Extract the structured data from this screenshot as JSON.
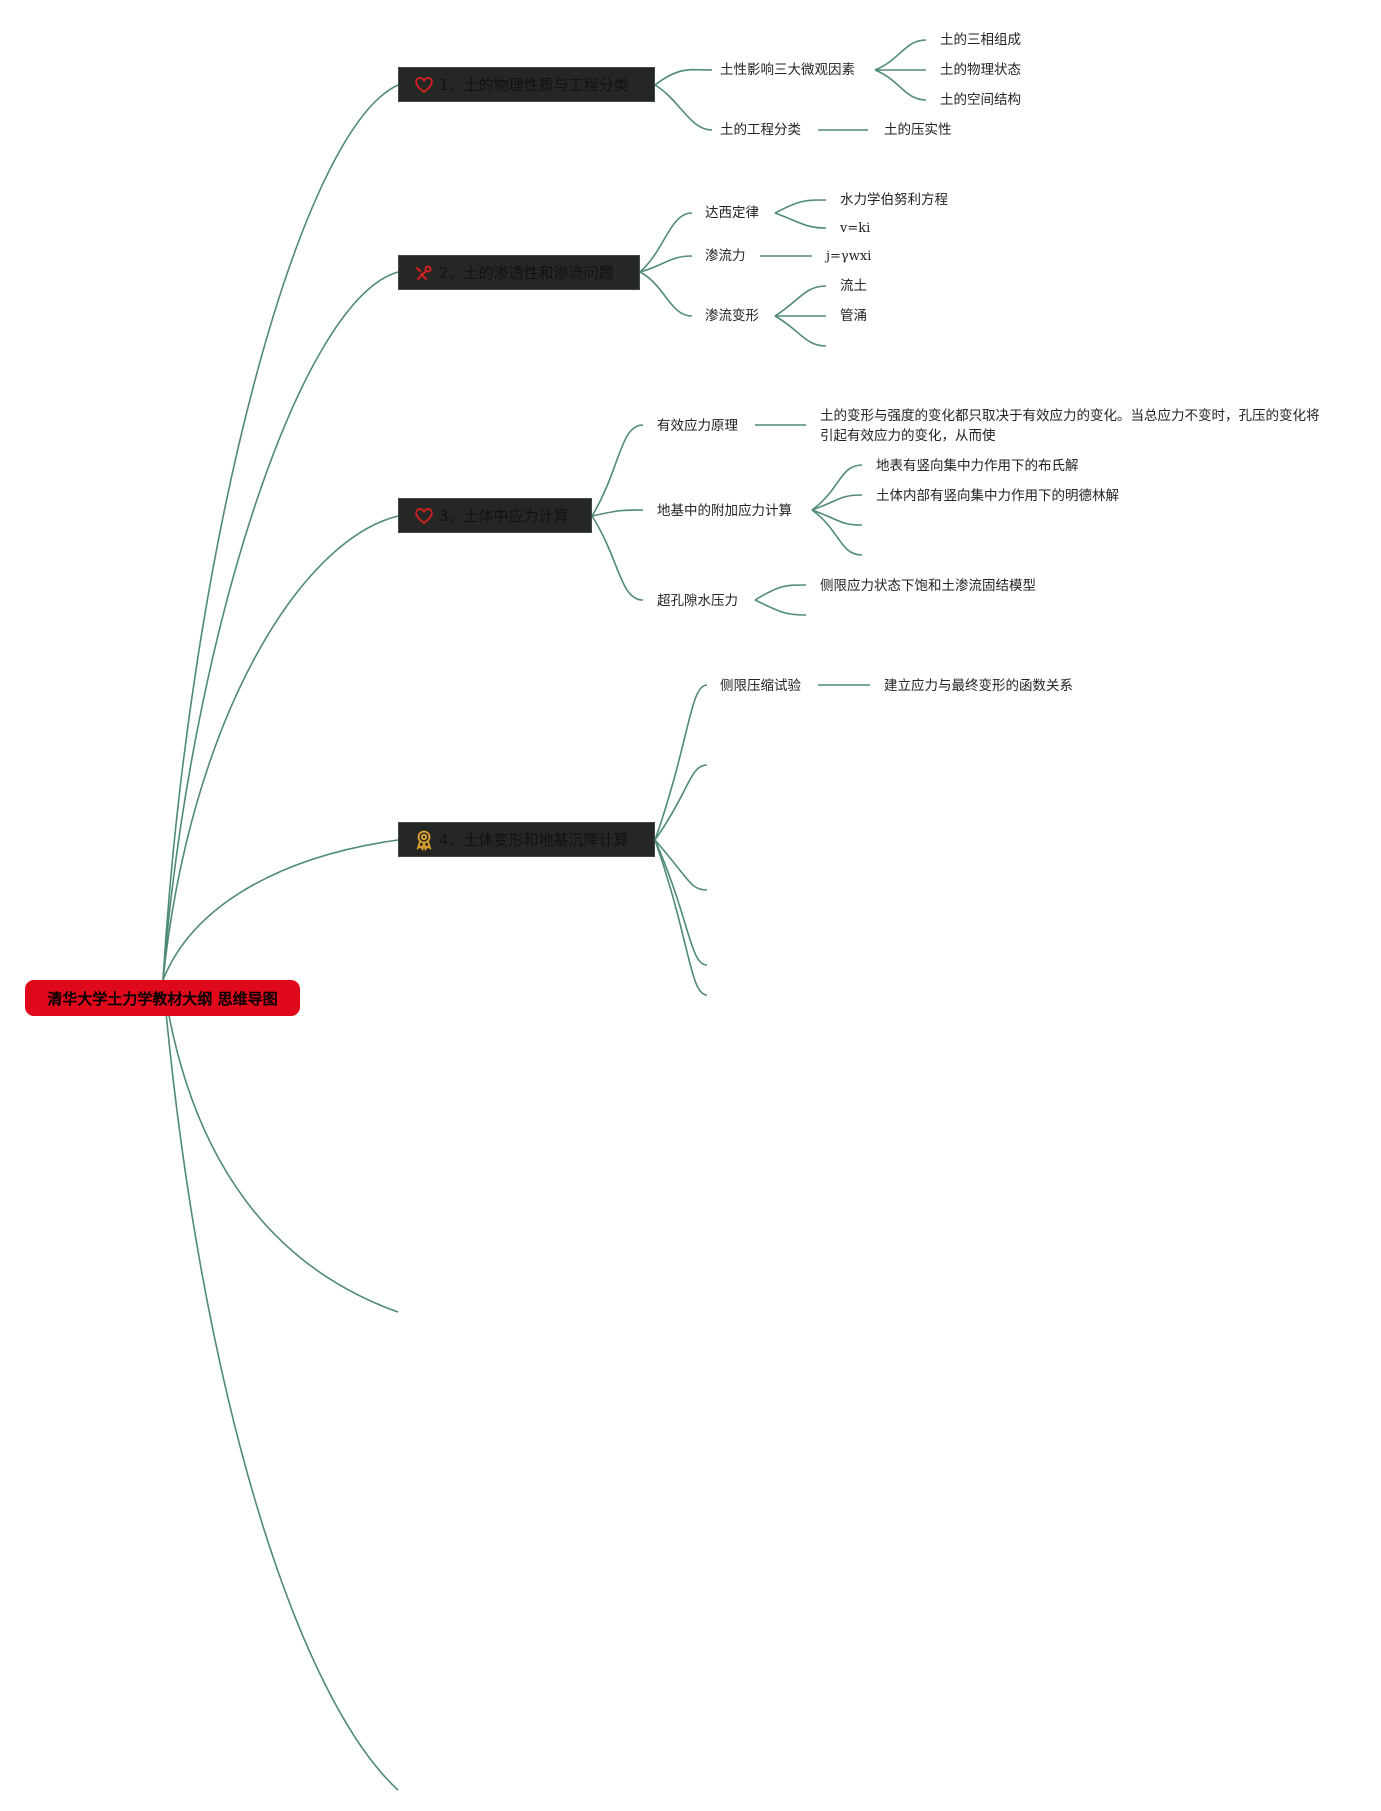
{
  "root": {
    "title": "清华大学土力学教材大纲 思维导图"
  },
  "colors": {
    "line": "#4f8a78",
    "root_bg": "#e0081b",
    "topic_bg": "#252725",
    "icon_red": "#d42020",
    "icon_gold": "#e2a62b"
  },
  "topics": [
    {
      "label": "1、土的物理性质与工程分类",
      "icon": "heart-icon"
    },
    {
      "label": "2、土的渗透性和渗流问题",
      "icon": "tools-icon"
    },
    {
      "label": "3、土体中应力计算",
      "icon": "heart-icon"
    },
    {
      "label": "4、土体变形和地基沉降计算",
      "icon": "award-icon"
    }
  ],
  "nodes": {
    "t1_a": "土性影响三大微观因素",
    "t1_a1": "土的三相组成",
    "t1_a2": "土的物理状态",
    "t1_a3": "土的空间结构",
    "t1_b": "土的工程分类",
    "t1_b1": "土的压实性",
    "t2_a": "达西定律",
    "t2_a1": "水力学伯努利方程",
    "t2_a2": "v=ki",
    "t2_b": "渗流力",
    "t2_b1": "j=γwxi",
    "t2_c": "渗流变形",
    "t2_c1": "流土",
    "t2_c2": "管涌",
    "t3_a": "有效应力原理",
    "t3_a1": "土的变形与强度的变化都只取决于有效应力的变化。当总应力不变时，孔压的变化将引起有效应力的变化，从而使",
    "t3_b": "地基中的附加应力计算",
    "t3_b1": "地表有竖向集中力作用下的布氏解",
    "t3_b2": "土体内部有竖向集中力作用下的明德林解",
    "t3_c": "超孔隙水压力",
    "t3_c1": "侧限应力状态下饱和土渗流固结模型",
    "t4_a": "侧限压缩试验",
    "t4_a1": "建立应力与最终变形的函数关系"
  }
}
